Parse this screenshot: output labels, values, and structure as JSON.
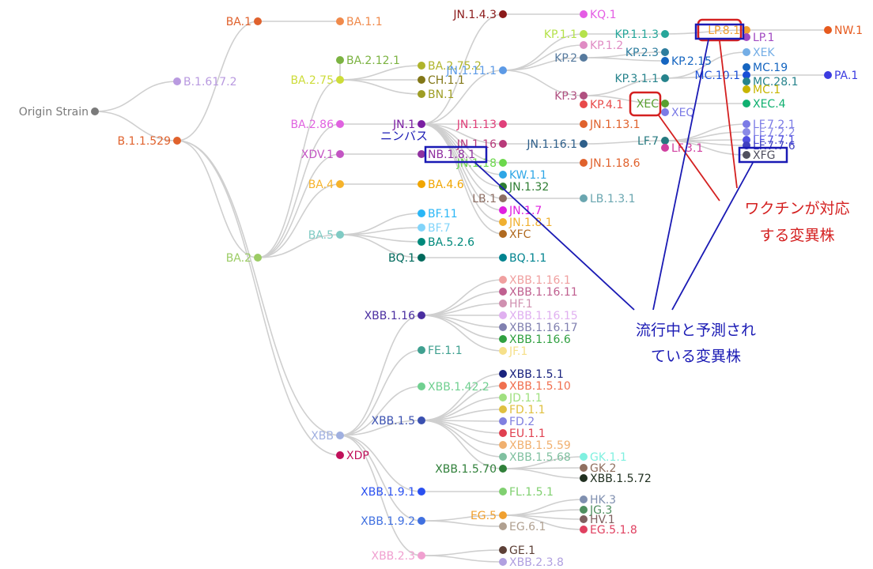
{
  "tree": {
    "nodes": [
      {
        "id": "origin",
        "label": "Origin Strain",
        "color": "#7a7a7a"
      },
      {
        "id": "b16172",
        "label": "B.1.617.2",
        "color": "#b99ae0"
      },
      {
        "id": "b11529",
        "label": "B.1.1.529",
        "color": "#e0622d"
      },
      {
        "id": "ba1",
        "label": "BA.1",
        "color": "#e0622d"
      },
      {
        "id": "ba11",
        "label": "BA.1.1",
        "color": "#f08a4b"
      },
      {
        "id": "ba2",
        "label": "BA.2",
        "color": "#9ccc65"
      },
      {
        "id": "ba275",
        "label": "BA.2.75",
        "color": "#cddc39"
      },
      {
        "id": "ba2121",
        "label": "BA.2.12.1",
        "color": "#7cb342"
      },
      {
        "id": "ba2752",
        "label": "BA.2.75.2",
        "color": "#afb42b"
      },
      {
        "id": "ch11",
        "label": "CH.1.1",
        "color": "#827717"
      },
      {
        "id": "bn1",
        "label": "BN.1",
        "color": "#9e9d24"
      },
      {
        "id": "ba286",
        "label": "BA.2.86",
        "color": "#e063e0"
      },
      {
        "id": "xdv1",
        "label": "XDV.1",
        "color": "#c355c3"
      },
      {
        "id": "ba4",
        "label": "BA.4",
        "color": "#f6b32b"
      },
      {
        "id": "ba46",
        "label": "BA.4.6",
        "color": "#f0a500"
      },
      {
        "id": "ba5",
        "label": "BA.5",
        "color": "#80cbc4"
      },
      {
        "id": "bf11",
        "label": "BF.11",
        "color": "#29b6f6"
      },
      {
        "id": "bf7",
        "label": "BF.7",
        "color": "#81d4fa"
      },
      {
        "id": "ba526",
        "label": "BA.5.2.6",
        "color": "#00897b"
      },
      {
        "id": "bq1",
        "label": "BQ.1",
        "color": "#00695c"
      },
      {
        "id": "bq11",
        "label": "BQ.1.1",
        "color": "#00838f"
      },
      {
        "id": "jn1",
        "label": "JN.1",
        "color": "#7b1fa2"
      },
      {
        "id": "jn143",
        "label": "JN.1.4.3",
        "color": "#8b1a1a"
      },
      {
        "id": "kq1",
        "label": "KQ.1",
        "color": "#e45ce4"
      },
      {
        "id": "jn111",
        "label": "JN.1.11.1",
        "color": "#5c9ae6"
      },
      {
        "id": "kp11",
        "label": "KP.1.1",
        "color": "#b5e24b"
      },
      {
        "id": "kp113",
        "label": "KP.1.1.3",
        "color": "#26a69a"
      },
      {
        "id": "kp12",
        "label": "KP.1.2",
        "color": "#e08cc4"
      },
      {
        "id": "kp2",
        "label": "KP.2",
        "color": "#567a9e"
      },
      {
        "id": "kp23",
        "label": "KP.2.3",
        "color": "#2e7d9e"
      },
      {
        "id": "kp215",
        "label": "KP.2.15",
        "color": "#1565c0"
      },
      {
        "id": "kp3",
        "label": "KP.3",
        "color": "#b05080"
      },
      {
        "id": "kp311",
        "label": "KP.3.1.1",
        "color": "#26838c"
      },
      {
        "id": "kp41",
        "label": "KP.4.1",
        "color": "#e84a4a"
      },
      {
        "id": "lp81",
        "label": "LP.8.1",
        "color": "#f0a030"
      },
      {
        "id": "nw1",
        "label": "NW.1",
        "color": "#e65a1e"
      },
      {
        "id": "lp1",
        "label": "LP.1",
        "color": "#a14ac2"
      },
      {
        "id": "xek",
        "label": "XEK",
        "color": "#74aee6"
      },
      {
        "id": "mc101",
        "label": "MC.10.1",
        "color": "#1a4fd6"
      },
      {
        "id": "mc19",
        "label": "MC.19",
        "color": "#1565c0"
      },
      {
        "id": "mc281",
        "label": "MC.28.1",
        "color": "#26838c"
      },
      {
        "id": "pa1",
        "label": "PA.1",
        "color": "#3b3be0"
      },
      {
        "id": "mc1",
        "label": "MC.1",
        "color": "#c7b500"
      },
      {
        "id": "xec",
        "label": "XEC",
        "color": "#5aa030"
      },
      {
        "id": "xec4",
        "label": "XEC.4",
        "color": "#10b070"
      },
      {
        "id": "xeq",
        "label": "XEQ",
        "color": "#7b7be6"
      },
      {
        "id": "jn113",
        "label": "JN.1.13",
        "color": "#e0407a"
      },
      {
        "id": "jn1131",
        "label": "JN.1.13.1",
        "color": "#e0622d"
      },
      {
        "id": "jn116",
        "label": "JN.1.16",
        "color": "#b83a7a"
      },
      {
        "id": "jn1161",
        "label": "JN.1.16.1",
        "color": "#2e5f8a"
      },
      {
        "id": "lf7",
        "label": "LF.7",
        "color": "#267a80"
      },
      {
        "id": "le721",
        "label": "LF.7.2.1",
        "color": "#7b7be6"
      },
      {
        "id": "lf722",
        "label": "LF.7.2.2",
        "color": "#8a8ae6"
      },
      {
        "id": "lf771",
        "label": "LF.7.7.1",
        "color": "#5050e0"
      },
      {
        "id": "lf776",
        "label": "LF.7.7.6",
        "color": "#4040c0"
      },
      {
        "id": "xfg",
        "label": "XFG",
        "color": "#505060"
      },
      {
        "id": "lf31",
        "label": "LF.3.1",
        "color": "#d040a0"
      },
      {
        "id": "nb181",
        "label": "NB.1.8.1",
        "color": "#9030a0"
      },
      {
        "id": "jn118",
        "label": "JN.1.18",
        "color": "#6cd84c"
      },
      {
        "id": "jn1186",
        "label": "JN.1.18.6",
        "color": "#e0622d"
      },
      {
        "id": "kw11",
        "label": "KW.1.1",
        "color": "#2ea6e6"
      },
      {
        "id": "jn132",
        "label": "JN.1.32",
        "color": "#2e7d32"
      },
      {
        "id": "lb1",
        "label": "LB.1",
        "color": "#8d6e63"
      },
      {
        "id": "lb131",
        "label": "LB.1.3.1",
        "color": "#6aa6b0"
      },
      {
        "id": "jn17",
        "label": "JN.1.7",
        "color": "#e020e0"
      },
      {
        "id": "jn181",
        "label": "JN.1.8.1",
        "color": "#f0b030"
      },
      {
        "id": "xfc",
        "label": "XFC",
        "color": "#b06a20"
      },
      {
        "id": "xbb",
        "label": "XBB",
        "color": "#a0b0e0"
      },
      {
        "id": "xdp",
        "label": "XDP",
        "color": "#c0105a"
      },
      {
        "id": "xbb116",
        "label": "XBB.1.16",
        "color": "#4a2ea0"
      },
      {
        "id": "xbb1161",
        "label": "XBB.1.16.1",
        "color": "#f0a0a0"
      },
      {
        "id": "xbb11611",
        "label": "XBB.1.16.11",
        "color": "#c06090"
      },
      {
        "id": "hf1",
        "label": "HF.1",
        "color": "#d090b0"
      },
      {
        "id": "xbb11615",
        "label": "XBB.1.16.15",
        "color": "#e0b0f0"
      },
      {
        "id": "xbb11617",
        "label": "XBB.1.16.17",
        "color": "#8080b0"
      },
      {
        "id": "xbb1166",
        "label": "XBB.1.16.6",
        "color": "#30a040"
      },
      {
        "id": "jf1",
        "label": "JF.1",
        "color": "#f6e08a"
      },
      {
        "id": "fe11",
        "label": "FE.1.1",
        "color": "#40a090"
      },
      {
        "id": "xbb1422",
        "label": "XBB.1.42.2",
        "color": "#70d090"
      },
      {
        "id": "xbb15",
        "label": "XBB.1.5",
        "color": "#3a50b0"
      },
      {
        "id": "xbb151",
        "label": "XBB.1.5.1",
        "color": "#1a237e"
      },
      {
        "id": "xbb1510",
        "label": "XBB.1.5.10",
        "color": "#f07050"
      },
      {
        "id": "jd11",
        "label": "JD.1.1",
        "color": "#a0e080"
      },
      {
        "id": "fd11",
        "label": "FD.1.1",
        "color": "#e0c040"
      },
      {
        "id": "fd2",
        "label": "FD.2",
        "color": "#8080e0"
      },
      {
        "id": "eu11",
        "label": "EU.1.1",
        "color": "#e04050"
      },
      {
        "id": "xbb1559",
        "label": "XBB.1.5.59",
        "color": "#f0b070"
      },
      {
        "id": "xbb1568",
        "label": "XBB.1.5.68",
        "color": "#80c0a0"
      },
      {
        "id": "xbb1570",
        "label": "XBB.1.5.70",
        "color": "#30803a"
      },
      {
        "id": "gk11",
        "label": "GK.1.1",
        "color": "#80f0e0"
      },
      {
        "id": "gk2",
        "label": "GK.2",
        "color": "#907060"
      },
      {
        "id": "xbb1572",
        "label": "XBB.1.5.72",
        "color": "#203020"
      },
      {
        "id": "xbb191",
        "label": "XBB.1.9.1",
        "color": "#2a50f0"
      },
      {
        "id": "fl151",
        "label": "FL.1.5.1",
        "color": "#80d070"
      },
      {
        "id": "xbb192",
        "label": "XBB.1.9.2",
        "color": "#4070e0"
      },
      {
        "id": "eg5",
        "label": "EG.5",
        "color": "#f0a030"
      },
      {
        "id": "hk3",
        "label": "HK.3",
        "color": "#8090b0"
      },
      {
        "id": "jg3",
        "label": "JG.3",
        "color": "#509060"
      },
      {
        "id": "hv1",
        "label": "HV.1",
        "color": "#806060"
      },
      {
        "id": "eg518",
        "label": "EG.5.1.8",
        "color": "#e04060"
      },
      {
        "id": "eg61",
        "label": "EG.6.1",
        "color": "#b0a090"
      },
      {
        "id": "xbb23",
        "label": "XBB.2.3",
        "color": "#f0a0d0"
      },
      {
        "id": "ge1",
        "label": "GE.1",
        "color": "#5d4037"
      },
      {
        "id": "xbb238",
        "label": "XBB.2.3.8",
        "color": "#b0a0e0"
      }
    ],
    "edges": [
      [
        "origin",
        "b16172"
      ],
      [
        "origin",
        "b11529"
      ],
      [
        "b11529",
        "ba1"
      ],
      [
        "ba1",
        "ba11"
      ],
      [
        "b11529",
        "ba2"
      ],
      [
        "ba2",
        "ba275"
      ],
      [
        "ba275",
        "ba2121"
      ],
      [
        "ba275",
        "ba2752"
      ],
      [
        "ba275",
        "ch11"
      ],
      [
        "ba275",
        "bn1"
      ],
      [
        "ba2",
        "ba286"
      ],
      [
        "ba2",
        "xdv1"
      ],
      [
        "ba2",
        "ba4"
      ],
      [
        "ba4",
        "ba46"
      ],
      [
        "ba2",
        "ba5"
      ],
      [
        "ba5",
        "bf11"
      ],
      [
        "ba5",
        "bf7"
      ],
      [
        "ba5",
        "ba526"
      ],
      [
        "ba5",
        "bq1"
      ],
      [
        "bq1",
        "bq11"
      ],
      [
        "ba286",
        "jn1"
      ],
      [
        "xdv1",
        "nb181"
      ],
      [
        "jn1",
        "jn143"
      ],
      [
        "jn143",
        "kq1"
      ],
      [
        "jn1",
        "jn111"
      ],
      [
        "jn111",
        "kp11"
      ],
      [
        "kp11",
        "kp113"
      ],
      [
        "jn111",
        "kp12"
      ],
      [
        "jn111",
        "kp2"
      ],
      [
        "kp2",
        "kp23"
      ],
      [
        "kp2",
        "kp215"
      ],
      [
        "jn111",
        "kp3"
      ],
      [
        "kp3",
        "kp311"
      ],
      [
        "kp3",
        "kp41"
      ],
      [
        "kp3",
        "xec"
      ],
      [
        "kp113",
        "lp81"
      ],
      [
        "lp81",
        "nw1"
      ],
      [
        "lp81",
        "lp1"
      ],
      [
        "kp311",
        "mc101"
      ],
      [
        "kp311",
        "xek"
      ],
      [
        "mc101",
        "mc19"
      ],
      [
        "mc101",
        "mc281"
      ],
      [
        "mc101",
        "pa1"
      ],
      [
        "mc101",
        "mc1"
      ],
      [
        "xec",
        "xec4"
      ],
      [
        "xec",
        "xeq"
      ],
      [
        "jn1",
        "jn113"
      ],
      [
        "jn113",
        "jn1131"
      ],
      [
        "jn1",
        "jn116"
      ],
      [
        "jn116",
        "jn1161"
      ],
      [
        "jn1161",
        "lf7"
      ],
      [
        "lf7",
        "le721"
      ],
      [
        "lf7",
        "lf722"
      ],
      [
        "lf7",
        "lf771"
      ],
      [
        "lf7",
        "lf776"
      ],
      [
        "lf7",
        "xfg"
      ],
      [
        "lf7",
        "lf31"
      ],
      [
        "jn1",
        "jn118"
      ],
      [
        "jn118",
        "jn1186"
      ],
      [
        "jn1",
        "kw11"
      ],
      [
        "jn1",
        "jn132"
      ],
      [
        "jn1",
        "lb1"
      ],
      [
        "lb1",
        "lb131"
      ],
      [
        "jn1",
        "jn17"
      ],
      [
        "jn1",
        "jn181"
      ],
      [
        "jn1",
        "xfc"
      ],
      [
        "b11529",
        "xbb"
      ],
      [
        "b11529",
        "xdp"
      ],
      [
        "xbb",
        "xbb116"
      ],
      [
        "xbb116",
        "xbb1161"
      ],
      [
        "xbb116",
        "xbb11611"
      ],
      [
        "xbb116",
        "hf1"
      ],
      [
        "xbb116",
        "xbb11615"
      ],
      [
        "xbb116",
        "xbb11617"
      ],
      [
        "xbb116",
        "xbb1166"
      ],
      [
        "xbb116",
        "jf1"
      ],
      [
        "xbb",
        "fe11"
      ],
      [
        "xbb",
        "xbb1422"
      ],
      [
        "xbb",
        "xbb15"
      ],
      [
        "xbb15",
        "xbb151"
      ],
      [
        "xbb15",
        "xbb1510"
      ],
      [
        "xbb15",
        "jd11"
      ],
      [
        "xbb15",
        "fd11"
      ],
      [
        "xbb15",
        "fd2"
      ],
      [
        "xbb15",
        "eu11"
      ],
      [
        "xbb15",
        "xbb1559"
      ],
      [
        "xbb15",
        "xbb1568"
      ],
      [
        "xbb15",
        "xbb1570"
      ],
      [
        "xbb1570",
        "gk11"
      ],
      [
        "xbb1570",
        "gk2"
      ],
      [
        "xbb1570",
        "xbb1572"
      ],
      [
        "xbb",
        "xbb191"
      ],
      [
        "xbb191",
        "fl151"
      ],
      [
        "xbb",
        "xbb192"
      ],
      [
        "xbb192",
        "eg5"
      ],
      [
        "xbb192",
        "eg61"
      ],
      [
        "eg5",
        "hk3"
      ],
      [
        "eg5",
        "jg3"
      ],
      [
        "eg5",
        "hv1"
      ],
      [
        "eg5",
        "eg518"
      ],
      [
        "xbb",
        "xbb23"
      ],
      [
        "xbb23",
        "ge1"
      ],
      [
        "xbb23",
        "xbb238"
      ]
    ]
  },
  "annotations": {
    "nimbus": "ニンバス",
    "vaccine_line1": "ワクチンが対応",
    "vaccine_line2": "する変異株",
    "trend_line1": "流行中と予測され",
    "trend_line2": "ている変異株",
    "vaccine_color": "#d42020",
    "trend_color": "#1a1ab4"
  }
}
